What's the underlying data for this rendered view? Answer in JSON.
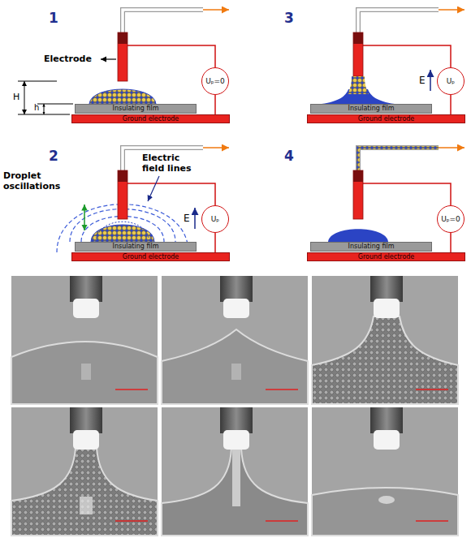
{
  "diagram": {
    "nodes": [
      {
        "text": [
          "Insulating film"
        ]
      },
      {
        "text": [
          "Ground electrode"
        ]
      },
      {
        "text": [
          "Uₚ=0"
        ]
      },
      {
        "text": [
          "Insulating film"
        ]
      },
      {
        "text": [
          "Ground electrode"
        ]
      },
      {
        "text": [
          "Uₚ"
        ]
      },
      {
        "text": [
          "Insulating film"
        ]
      },
      {
        "text": [
          "Ground electrode"
        ]
      },
      {
        "text": [
          "Uₚ"
        ]
      },
      {
        "text": [
          "Insulating film"
        ]
      },
      {
        "text": [
          "Ground electrode"
        ]
      },
      {
        "text": [
          "Uₚ=0"
        ]
      }
    ],
    "edges": [
      {
        "from": 2,
        "to": 1,
        "arrow": "none"
      },
      {
        "from": 5,
        "to": 4,
        "arrow": "none"
      },
      {
        "from": 8,
        "to": 7,
        "arrow": "none"
      },
      {
        "from": 11,
        "to": 10,
        "arrow": "none"
      }
    ],
    "labels": [
      "1",
      "Electrode",
      "H",
      "h",
      "3",
      "E",
      "2",
      "Droplet oscillations",
      "Electric field lines",
      "E",
      "4"
    ]
  }
}
